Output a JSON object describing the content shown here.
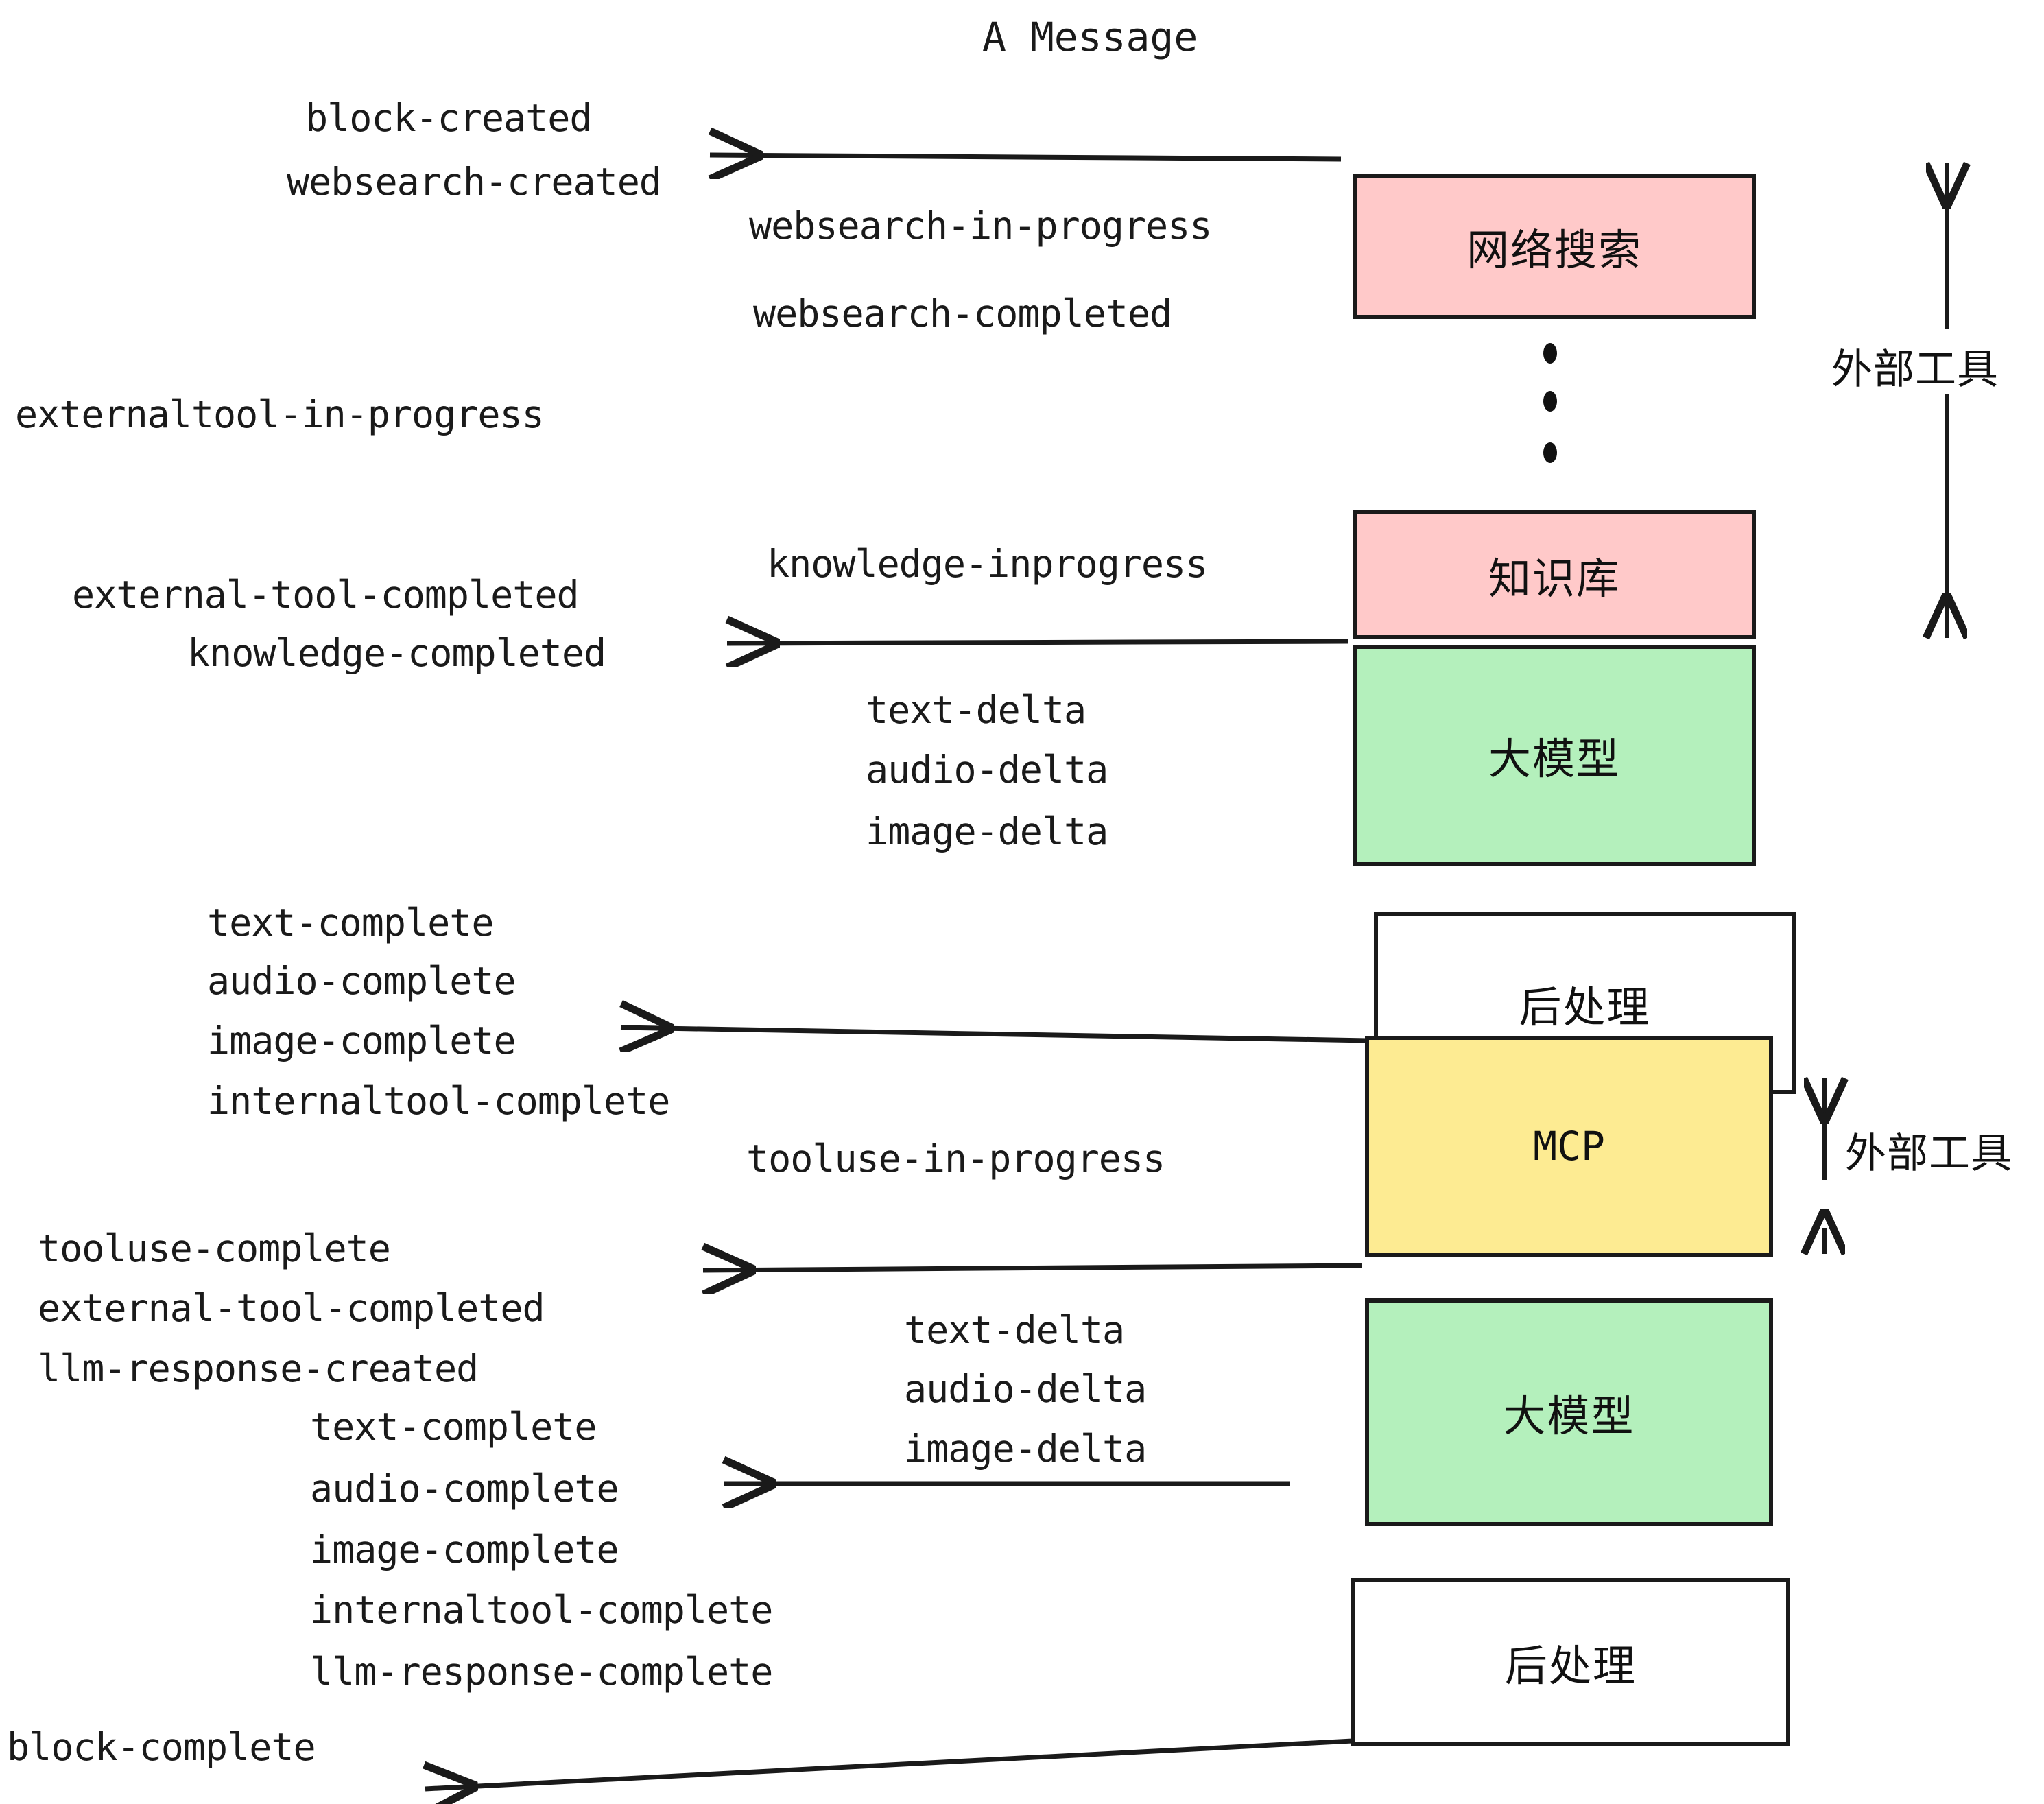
{
  "title": "A Message",
  "colors": {
    "pink": "#FFC9C9",
    "green": "#B4F0BC",
    "yellow": "#FDEB92",
    "white": "#FFFFFF",
    "stroke": "#1a1a1a",
    "background": "#FFFFFF"
  },
  "nodes": [
    {
      "id": "websearch",
      "label": "网络搜索",
      "fill": "pink"
    },
    {
      "id": "knowledge",
      "label": "知识库",
      "fill": "pink"
    },
    {
      "id": "llm-1",
      "label": "大模型",
      "fill": "green"
    },
    {
      "id": "postprocess-1",
      "label": "后处理",
      "fill": "white"
    },
    {
      "id": "mcp",
      "label": "MCP",
      "fill": "yellow"
    },
    {
      "id": "llm-2",
      "label": "大模型",
      "fill": "green"
    },
    {
      "id": "postprocess-2",
      "label": "后处理",
      "fill": "white"
    }
  ],
  "side_labels": [
    {
      "id": "external-tools-top",
      "text": "外部工具"
    },
    {
      "id": "external-tools-bottom",
      "text": "外部工具"
    }
  ],
  "events": {
    "block_created": "block-created",
    "websearch_created": "websearch-created",
    "websearch_in_progress": "websearch-in-progress",
    "websearch_completed": "websearch-completed",
    "externaltool_in_progress": "externaltool-in-progress",
    "knowledge_inprogress": "knowledge-inprogress",
    "external_tool_completed_1": "external-tool-completed",
    "knowledge_completed": "knowledge-completed",
    "text_delta_1": "text-delta",
    "audio_delta_1": "audio-delta",
    "image_delta_1": "image-delta",
    "text_complete_1": "text-complete",
    "audio_complete_1": "audio-complete",
    "image_complete_1": "image-complete",
    "internaltool_complete_1": "internaltool-complete",
    "tooluse_in_progress": "tooluse-in-progress",
    "tooluse_complete": "tooluse-complete",
    "external_tool_completed_2": "external-tool-completed",
    "llm_response_created": "llm-response-created",
    "text_delta_2": "text-delta",
    "audio_delta_2": "audio-delta",
    "image_delta_2": "image-delta",
    "text_complete_2": "text-complete",
    "audio_complete_2": "audio-complete",
    "image_complete_2": "image-complete",
    "internaltool_complete_2": "internaltool-complete",
    "llm_response_complete": "llm-response-complete",
    "block_complete": "block-complete"
  }
}
